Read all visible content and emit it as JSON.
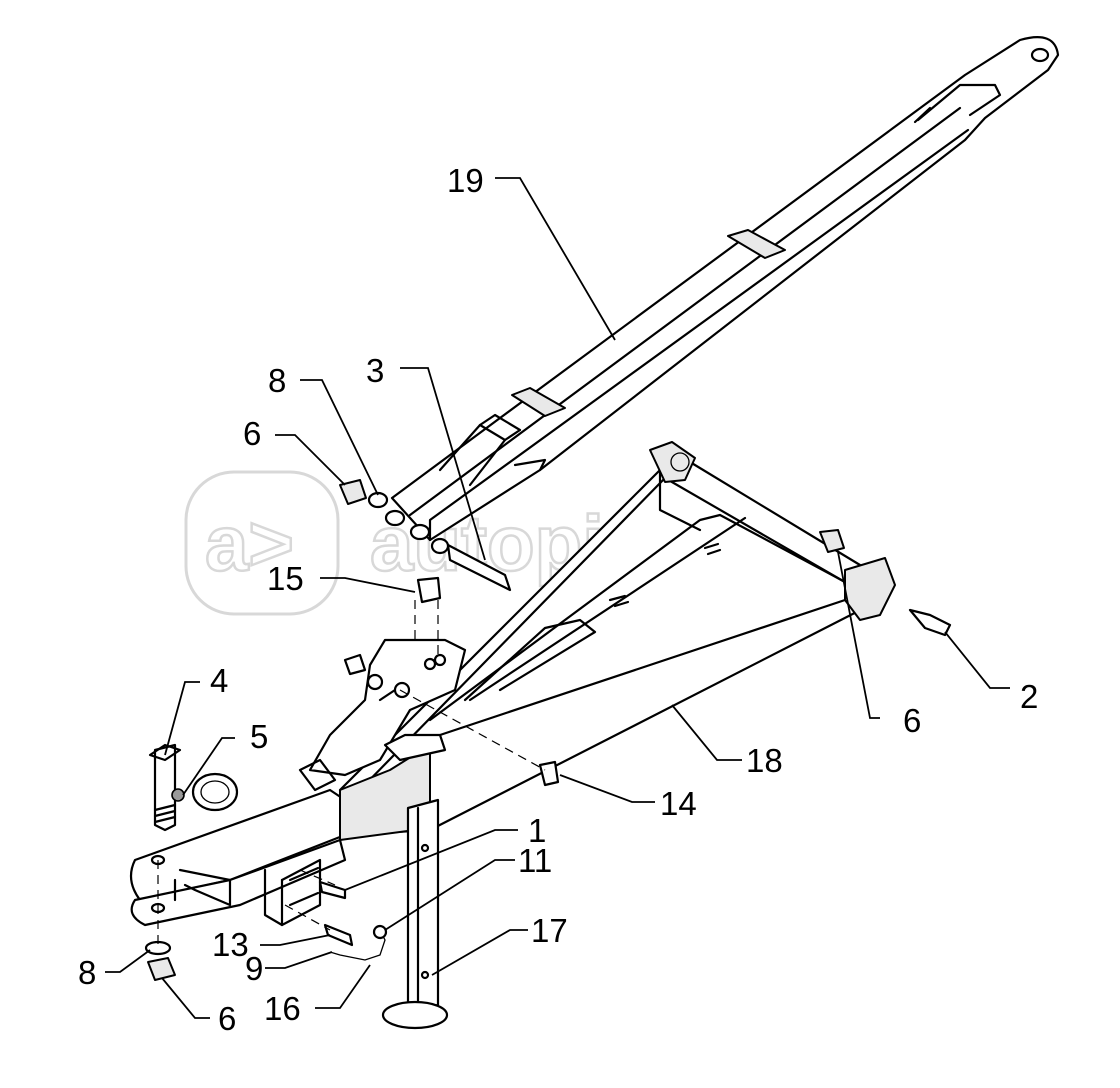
{
  "watermark": {
    "text": "autopiter.ru"
  },
  "callouts": [
    {
      "label": "19"
    },
    {
      "label": "8"
    },
    {
      "label": "3"
    },
    {
      "label": "6"
    },
    {
      "label": "15"
    },
    {
      "label": "2"
    },
    {
      "label": "6"
    },
    {
      "label": "4"
    },
    {
      "label": "5"
    },
    {
      "label": "18"
    },
    {
      "label": "14"
    },
    {
      "label": "1"
    },
    {
      "label": "11"
    },
    {
      "label": "17"
    },
    {
      "label": "13"
    },
    {
      "label": "8"
    },
    {
      "label": "9"
    },
    {
      "label": "16"
    },
    {
      "label": "6"
    }
  ]
}
